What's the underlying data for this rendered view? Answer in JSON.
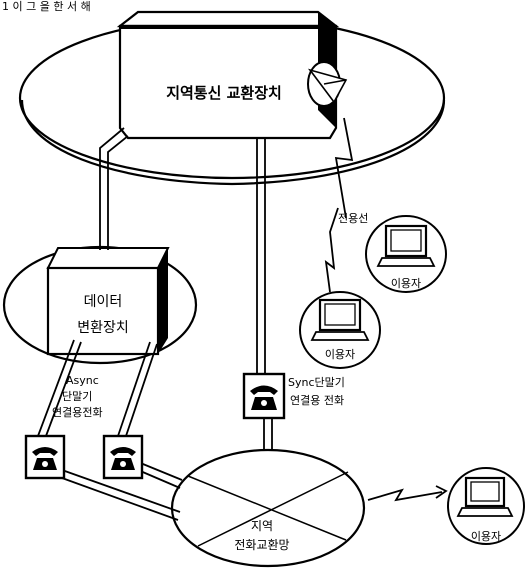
{
  "header_fragment": "1 이 그 을 한 서 해",
  "nodes": {
    "exchange": "지역통신 교환장치",
    "converter_line1": "데이터",
    "converter_line2": "변환장치",
    "phone_network_line1": "지역",
    "phone_network_line2": "전화교환망"
  },
  "links": {
    "leased_line": "전용선",
    "async_line1": "Async",
    "async_line2": "단말기",
    "async_line3": "연결용전화",
    "sync_line1": "Sync단말기",
    "sync_line2": "연결용 전화"
  },
  "users": {
    "user1": "이용자",
    "user2": "이용자",
    "user3": "이용자"
  }
}
